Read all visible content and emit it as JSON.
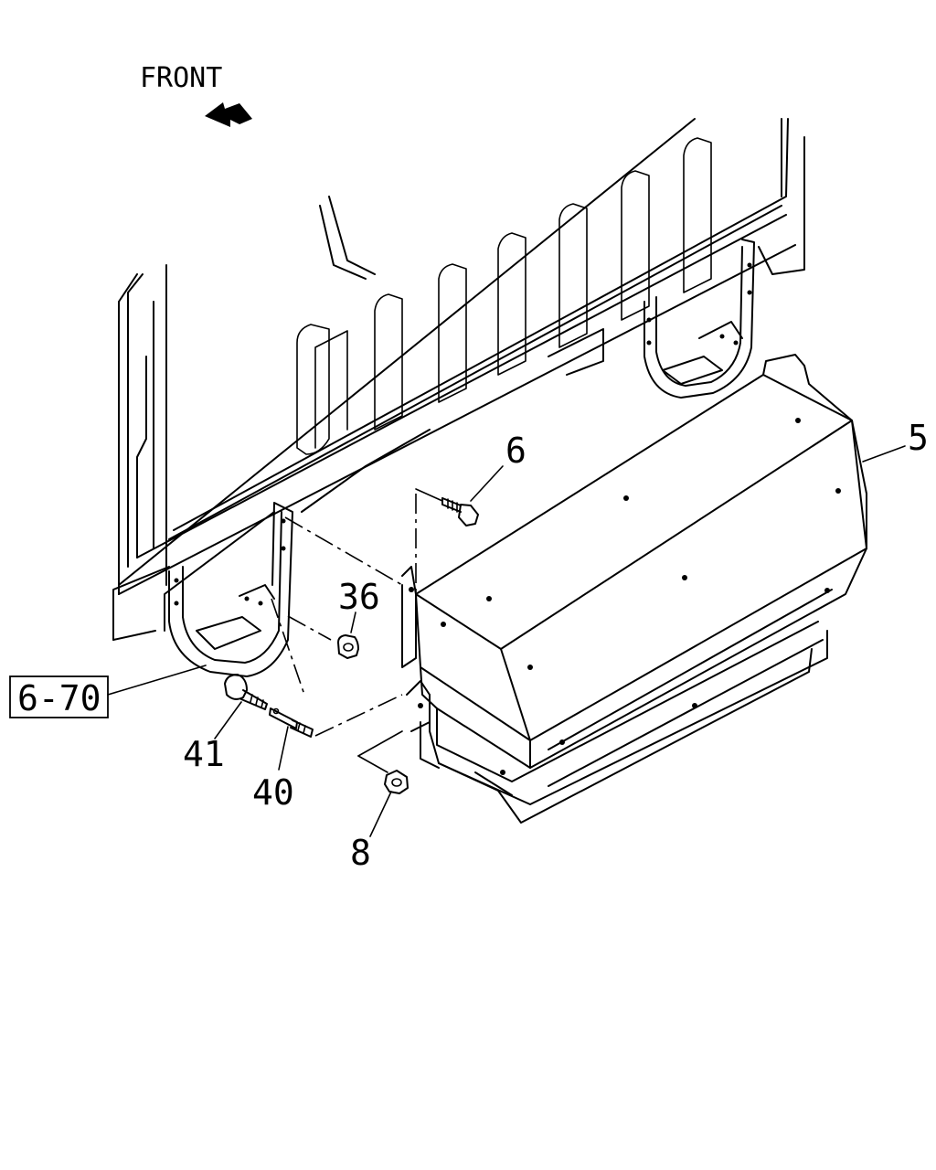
{
  "diagram": {
    "front_label": "FRONT",
    "callouts": {
      "part_5": "5",
      "part_6": "6",
      "part_36": "36",
      "ref_6_70": "6-70",
      "part_41": "41",
      "part_40": "40",
      "part_8": "8"
    }
  }
}
